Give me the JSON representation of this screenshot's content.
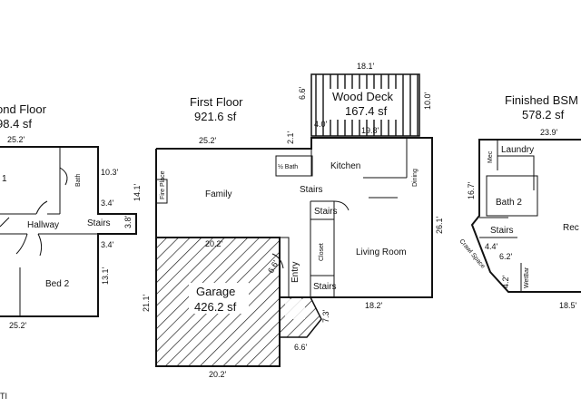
{
  "floors": {
    "second": {
      "title_line1": "ond Floor",
      "title_line2": "98.4 sf",
      "rooms": {
        "bed1": "1",
        "bath": "Bath",
        "hallway": "Hallway",
        "stairs": "Stairs",
        "bed2": "Bed 2"
      },
      "dims": {
        "top": "25.2'",
        "bottom": "25.2'",
        "bath_h": "10.3'",
        "step_top": "3.4'",
        "step_bottom": "3.4'",
        "lower_h": "13.1'",
        "notch": "3.8'"
      }
    },
    "first": {
      "title_line1": "First Floor",
      "title_line2": "921.6 sf",
      "rooms": {
        "half_bath": "½ Bath",
        "kitchen": "Kitchen",
        "family": "Family",
        "fire_place": "Fire Place",
        "stairs_main": "Stairs",
        "dining": "Dining",
        "stairs_inner": "Stairs",
        "closet": "Closet",
        "living": "Living Room",
        "stairs_lower": "Stairs",
        "entry": "Entry",
        "garage": "Garage",
        "garage_area": "426.2 sf"
      },
      "dims": {
        "top": "25.2'",
        "deck_offset": "2.1'",
        "left_h": "14.1'",
        "mid": "20.2'",
        "right_h": "26.1'",
        "bottom_right": "18.2'",
        "garage_h": "21.1'",
        "garage_bottom": "20.2'",
        "entry_w": "6.6'",
        "entry_h": "7.3'",
        "entry_side": "6.6'"
      }
    },
    "deck": {
      "title": "Wood Deck",
      "area": "167.4 sf",
      "dims": {
        "top": "18.1'",
        "left": "6.6'",
        "right": "10.0'",
        "step": "4.0'",
        "bottom": "19.8'"
      }
    },
    "basement": {
      "title_line1": "Finished BSM",
      "title_line2": "578.2 sf",
      "rooms": {
        "mec": "Mec",
        "laundry": "Laundry",
        "bath2": "Bath 2",
        "stairs": "Stairs",
        "rec": "Rec",
        "crawl": "Crawl Space",
        "wetbar": "WetBar"
      },
      "dims": {
        "top": "23.9'",
        "left_h": "16.7'",
        "a": "4.4'",
        "b": "6.2'",
        "c": "4.2'",
        "bottom": "18.5'"
      }
    }
  },
  "corner_text": "TI"
}
